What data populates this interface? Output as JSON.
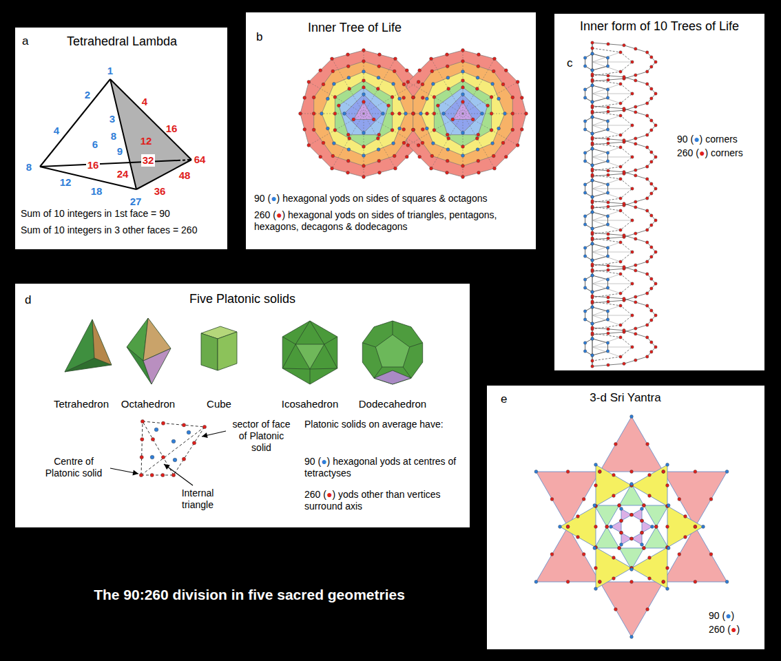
{
  "diagram": {
    "caption": "The 90:260 division in five sacred geometries",
    "nodes": [
      {
        "text": [
          "a",
          "Tetrahedral Lambda",
          "Sum of 10 integers in 1st face = 90",
          "Sum of 10 integers in 3 other faces = 260"
        ]
      },
      {
        "text": [
          "b",
          "Inner Tree of Life",
          "90 (●) hexagonal yods on sides of squares & octagons",
          "260 (●) hexagonal yods on sides of triangles, pentagons, hexagons, decagons & dodecagons"
        ]
      },
      {
        "text": [
          "Inner form of 10 Trees of Life",
          "c",
          "90 (●) corners",
          "260 (●) corners"
        ]
      },
      {
        "text": [
          "d",
          "Five Platonic solids",
          "Tetrahedron",
          "Octahedron",
          "Cube",
          "Icosahedron",
          "Dodecahedron",
          "sector of face of Platonic solid",
          "Centre of Platonic solid",
          "Internal triangle",
          "Platonic solids on average have:",
          "90 (●) hexagonal yods at centres of tetractyses",
          "260 (●) yods other than vertices surround axis"
        ]
      },
      {
        "text": [
          "e",
          "3-d Sri Yantra",
          "90 (●)",
          "260 (●)"
        ]
      }
    ],
    "labels": [
      "1",
      "2",
      "4",
      "4",
      "3",
      "16",
      "8",
      "12",
      "6",
      "9",
      "8",
      "16",
      "32",
      "64",
      "24",
      "12",
      "18",
      "36",
      "48",
      "27"
    ]
  }
}
